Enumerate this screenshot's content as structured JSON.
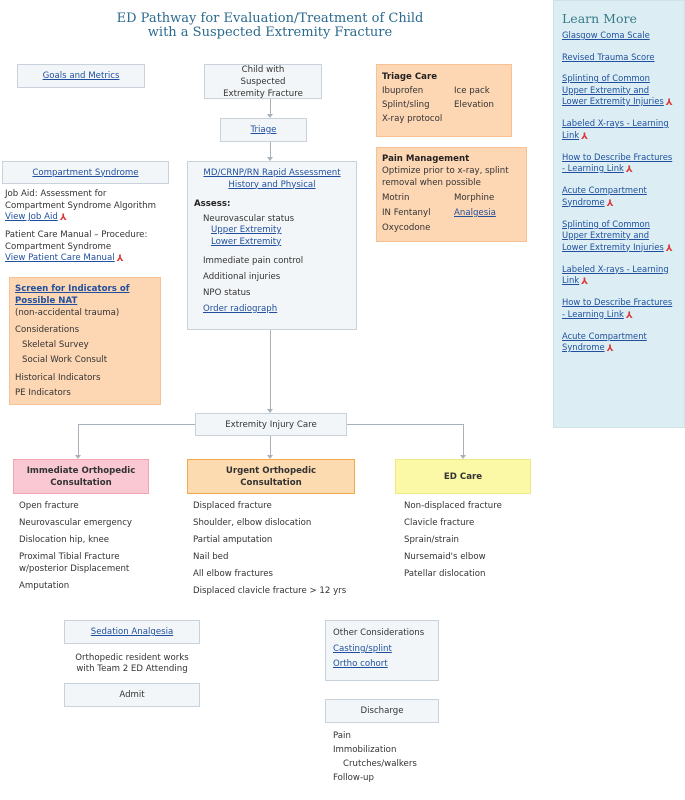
{
  "title": {
    "line1": "ED Pathway for Evaluation/Treatment of Child",
    "line2": "with a Suspected Extremity Fracture"
  },
  "goals_link": "Goals and Metrics",
  "start": "Child with Suspected Extremity Fracture",
  "triage_link": "Triage",
  "triage_care": {
    "title": "Triage Care",
    "items": [
      "Ibuprofen",
      "Ice pack",
      "Splint/sling",
      "Elevation",
      "X-ray protocol"
    ]
  },
  "pain_management": {
    "title": "Pain Management",
    "note": "Optimize prior to x-ray, splint removal when possible",
    "items": [
      "Motrin",
      "Morphine",
      "IN Fentanyl",
      "Analgesia",
      "Oxycodone"
    ]
  },
  "compartment": {
    "link": "Compartment Syndrome",
    "job_aid_text": "Job Aid: Assessment for Compartment Syndrome Algorithm",
    "job_aid_link": "View Job Aid",
    "manual_text": "Patient Care Manual – Procedure: Compartment Syndrome",
    "manual_link": "View Patient Care Manual"
  },
  "nat": {
    "link": "Screen for Indicators of Possible NAT",
    "sub": "(non-accidental trauma)",
    "considerations": "Considerations",
    "items": [
      "Skeletal Survey",
      "Social Work Consult"
    ],
    "historical": "Historical Indicators",
    "pe": "PE Indicators"
  },
  "assessment": {
    "link": "MD/CRNP/RN Rapid Assessment History and Physical",
    "assess": "Assess:",
    "neuro": "Neurovascular status",
    "upper": "Upper Extremity",
    "lower": "Lower Extremity",
    "items": [
      "Immediate pain control",
      "Additional injuries",
      "NPO status"
    ],
    "order": "Order radiograph"
  },
  "injury_care": "Extremity Injury Care",
  "categories": [
    {
      "title": "Immediate Orthopedic Consultation",
      "color": "#f9c8d2",
      "items": [
        "Open fracture",
        "Neurovascular emergency",
        "Dislocation hip, knee",
        "Proximal Tibial Fracture w/posterior Displacement",
        "Amputation"
      ]
    },
    {
      "title": "Urgent Orthopedic Consultation",
      "color": "#fddbb0",
      "items": [
        "Displaced fracture",
        "Shoulder, elbow dislocation",
        "Partial amputation",
        "Nail bed",
        "All elbow fractures",
        "Displaced clavicle fracture > 12 yrs"
      ]
    },
    {
      "title": "ED Care",
      "color": "#fbf8a6",
      "items": [
        "Non-displaced fracture",
        "Clavicle fracture",
        "Sprain/strain",
        "Nursemaid's elbow",
        "Patellar dislocation"
      ]
    }
  ],
  "sedation_link": "Sedation Analgesia",
  "ortho_resident": "Orthopedic resident works with Team 2 ED Attending",
  "admit": "Admit",
  "other": {
    "title": "Other Considerations",
    "links": [
      "Casting/splint",
      "Ortho cohort"
    ]
  },
  "discharge": {
    "title": "Discharge",
    "items": [
      "Pain",
      "Immobilization",
      "Crutches/walkers",
      "Follow-up"
    ]
  },
  "learn_more": {
    "title": "Learn More",
    "links": [
      "Glasgow Coma Scale",
      "Revised Trauma Score",
      "Splinting of Common Upper Extremity and Lower Extremity Injuries",
      "Labeled X-rays - Learning Link",
      "How to Describe Fractures - Learning Link",
      "Acute Compartment Syndrome",
      "Splinting of Common Upper Extremity and Lower Extremity Injuries",
      "Labeled X-rays - Learning Link",
      "How to Describe Fractures - Learning Link",
      "Acute Compartment Syndrome"
    ],
    "pdf": [
      false,
      false,
      true,
      true,
      true,
      true,
      true,
      true,
      true,
      true
    ]
  },
  "icons": {
    "pdf": "pdf-icon"
  }
}
